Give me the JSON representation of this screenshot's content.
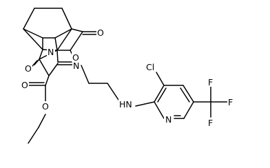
{
  "diagram": {
    "type": "chemical-structure",
    "atom_labels": {
      "o_ketone_top": "O",
      "o_ketone_left": "O",
      "o_ring": "O",
      "n_ring": "N",
      "n_imide": "N",
      "o_ester_carbonyl": "O",
      "o_ester": "O",
      "nh": "HN",
      "cl": "Cl",
      "n_pyridine": "N",
      "f_top": "F",
      "f_right": "F",
      "f_bottom": "F"
    }
  }
}
